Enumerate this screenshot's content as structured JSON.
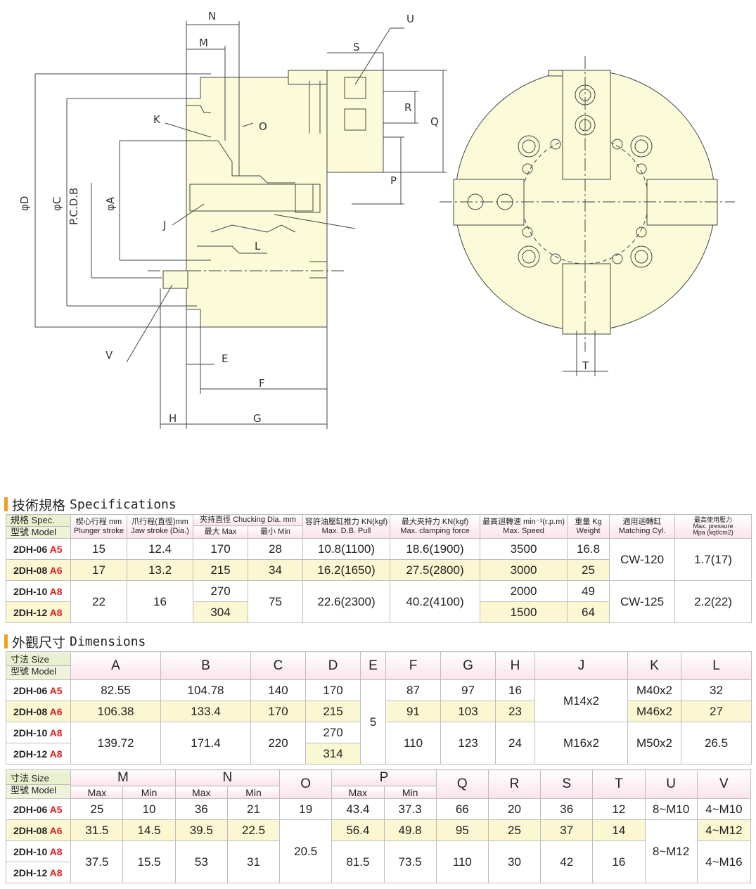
{
  "drawing": {
    "labels": [
      "N",
      "M",
      "S",
      "U",
      "R",
      "Q",
      "K",
      "O",
      "J",
      "L",
      "P",
      "P.C.D.B",
      "φA",
      "φC",
      "φD",
      "V",
      "E",
      "F",
      "H",
      "G",
      "T"
    ]
  },
  "spec": {
    "title_cn": "技術規格",
    "title_en": "Specifications",
    "corner": {
      "top": "規格 Spec.",
      "bottom": "型號 Model"
    },
    "headers": {
      "plunger_cn": "楔心行程 mm",
      "plunger_en": "Plunger stroke",
      "jaw_cn": "爪行程(直徑)mm",
      "jaw_en": "Jaw stroke (Dia.)",
      "chuck_cn": "夾持直徑 Chucking Dia. mm",
      "chuck_max": "最大 Max",
      "chuck_min": "最小 Min",
      "pull_cn": "容許油壓缸推力 KN(kgf)",
      "pull_en": "Max. D.B. Pull",
      "clamp_cn": "最大夾持力 KN(kgf)",
      "clamp_en": "Max. clamping force",
      "speed_cn": "最高迴轉速 min⁻¹(r.p.m)",
      "speed_en": "Max. Speed",
      "weight_cn": "重量 Kg",
      "weight_en": "Weight",
      "cyl_cn": "適用迴轉缸",
      "cyl_en": "Matching Cyl.",
      "press_cn": "最高使用壓力",
      "press_en1": "Max. pressure",
      "press_en2": "Mpa (kqf/cm2)"
    },
    "rows": [
      {
        "model": "2DH-06 ",
        "suffix": "A5",
        "plunger": "15",
        "jaw": "12.4",
        "max": "170",
        "min": "28",
        "pull": "10.8(1100)",
        "clamp": "18.6(1900)",
        "speed": "3500",
        "weight": "16.8"
      },
      {
        "model": "2DH-08 ",
        "suffix": "A6",
        "plunger": "17",
        "jaw": "13.2",
        "max": "215",
        "min": "34",
        "pull": "16.2(1650)",
        "clamp": "27.5(2800)",
        "speed": "3000",
        "weight": "25"
      },
      {
        "model": "2DH-10 ",
        "suffix": "A8",
        "plunger": "22",
        "jaw": "16",
        "max": "270",
        "min": "75",
        "pull": "22.6(2300)",
        "clamp": "40.2(4100)",
        "speed": "2000",
        "weight": "49"
      },
      {
        "model": "2DH-12 ",
        "suffix": "A8",
        "max": "304",
        "speed": "1500",
        "weight": "64"
      }
    ],
    "cyl_a": "CW-120",
    "press_a": "1.7(17)",
    "cyl_b": "CW-125",
    "press_b": "2.2(22)"
  },
  "dim": {
    "title_cn": "外觀尺寸",
    "title_en": "Dimensions",
    "corner": {
      "top": "寸法 Size",
      "bottom": "型號 Model"
    },
    "cols1": [
      "A",
      "B",
      "C",
      "D",
      "E",
      "F",
      "G",
      "H",
      "J",
      "K",
      "L"
    ],
    "rows1": [
      {
        "A": "82.55",
        "B": "104.78",
        "C": "140",
        "D": "170",
        "F": "87",
        "G": "97",
        "H": "16",
        "K": "M40x2",
        "L": "32"
      },
      {
        "A": "106.38",
        "B": "133.4",
        "C": "170",
        "D": "215",
        "F": "91",
        "G": "103",
        "H": "23",
        "K": "M46x2",
        "L": "27"
      },
      {
        "A": "139.72",
        "B": "171.4",
        "C": "220",
        "D": "270",
        "F": "110",
        "G": "123",
        "H": "24",
        "J": "M16x2",
        "K": "M50x2",
        "L": "26.5"
      },
      {
        "D": "314"
      }
    ],
    "E": "5",
    "J_ab": "M14x2",
    "cols2": [
      "M",
      "N",
      "O",
      "P",
      "Q",
      "R",
      "S",
      "T",
      "U",
      "V"
    ],
    "sub": {
      "max": "Max",
      "min": "Min"
    },
    "rows2": [
      {
        "Mmax": "25",
        "Mmin": "10",
        "Nmax": "36",
        "Nmin": "21",
        "O": "19",
        "Pmax": "43.4",
        "Pmin": "37.3",
        "Q": "66",
        "R": "20",
        "S": "36",
        "T": "12",
        "U": "8~M10",
        "V": "4~M10"
      },
      {
        "Mmax": "31.5",
        "Mmin": "14.5",
        "Nmax": "39.5",
        "Nmin": "22.5",
        "Pmax": "56.4",
        "Pmin": "49.8",
        "Q": "95",
        "R": "25",
        "S": "37",
        "T": "14",
        "V": "4~M12"
      },
      {
        "Mmax": "37.5",
        "Mmin": "15.5",
        "Nmax": "53",
        "Nmin": "31",
        "Pmax": "81.5",
        "Pmin": "73.5",
        "Q": "110",
        "R": "30",
        "S": "42",
        "T": "16",
        "V": "4~M16"
      }
    ],
    "O_cd": "20.5",
    "U_bcd": "8~M12"
  },
  "colors": {
    "body": "#fbfbd9",
    "accent": "#f0a020",
    "header_pink": "#fbe3ea",
    "row_yellow": "#fbf7d2",
    "suffix_red": "#e01d1d"
  }
}
